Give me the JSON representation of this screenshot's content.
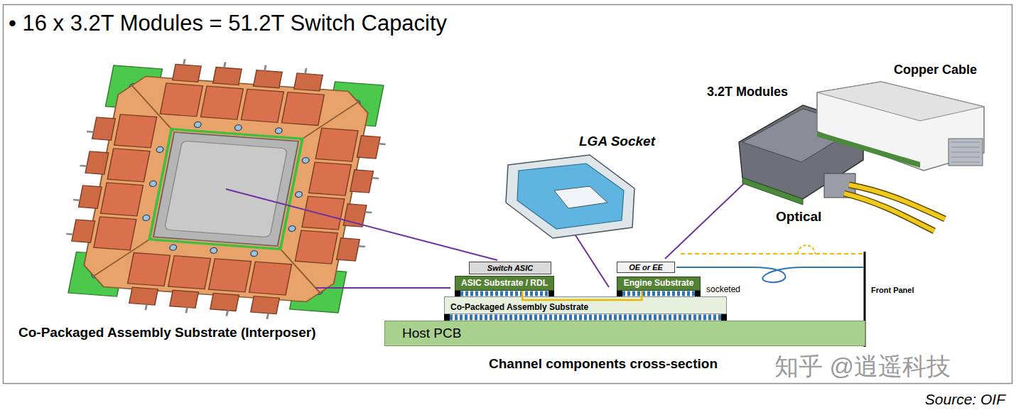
{
  "diagram": {
    "title": "• 16 x 3.2T Modules = 51.2T Switch Capacity",
    "nodes": [
      {
        "text": [
          "Switch ASIC"
        ]
      },
      {
        "text": [
          "OE or EE"
        ]
      },
      {
        "text": [
          "ASIC Substrate / RDL"
        ]
      },
      {
        "text": [
          "Engine Substrate"
        ]
      },
      {
        "text": [
          "Co-Packaged Assembly Substrate"
        ]
      },
      {
        "text": [
          "Host PCB"
        ]
      }
    ],
    "edges": [
      {
        "from": 2,
        "to": 3,
        "arrow": "none"
      }
    ],
    "labels": [
      "Co-Packaged Assembly Substrate (Interposer)",
      "LGA Socket",
      "3.2T Modules",
      "Copper Cable",
      "Optical",
      "socketed",
      "Front Panel",
      "Channel components cross-section",
      "知乎 @逍遥科技",
      "Source: OIF"
    ]
  }
}
